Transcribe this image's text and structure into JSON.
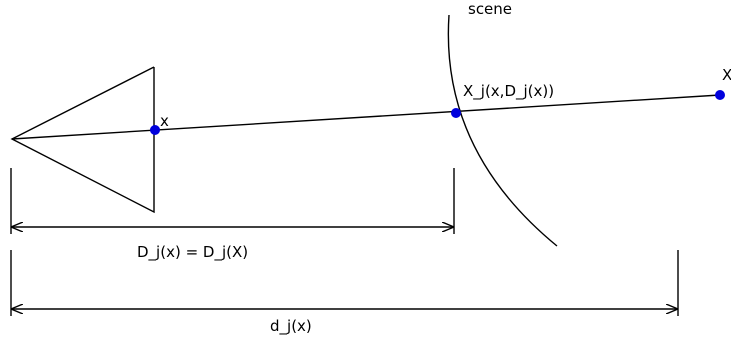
{
  "labels": {
    "scene": "scene",
    "pixel_point": "x",
    "scene_point": "X_j(x,D_j(x))",
    "far_point": "X",
    "depth_measure": "D_j(x) = D_j(X)",
    "distance_measure": "d_j(x)"
  },
  "colors": {
    "point": "#0000dd",
    "line": "#000000",
    "background": "#ffffff"
  }
}
